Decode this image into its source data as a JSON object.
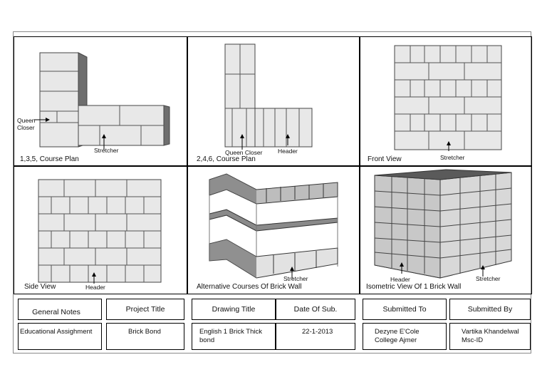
{
  "panels": [
    {
      "title": "1,3,5, Course Plan",
      "notes": {
        "queen_closer": "Queen\nCloser",
        "stretcher": "Stretcher"
      }
    },
    {
      "title": "2,4,6, Course Plan",
      "notes": {
        "queen_closer": "Queen Closer",
        "header": "Header"
      }
    },
    {
      "title": "Front View",
      "notes": {
        "stretcher": "Stretcher"
      }
    },
    {
      "title": "Side View",
      "notes": {
        "header": "Header"
      }
    },
    {
      "title": "Alternative Courses Of Brick Wall",
      "notes": {
        "stretcher": "Stretcher"
      }
    },
    {
      "title": "Isometric View Of 1 Brick Wall",
      "notes": {
        "header": "Header",
        "stretcher": "Stretcher"
      }
    }
  ],
  "title_block": {
    "headers": [
      "General Notes",
      "Project Title",
      "Drawing Title",
      "Date Of Sub.",
      "Submitted To",
      "Submitted By"
    ],
    "values": [
      "Educational Assighment",
      "Brick Bond",
      "English 1 Brick Thick\nbond",
      "22-1-2013",
      "Dezyne E'Cole\nCollege Ajmer",
      "Vartika Khandelwal\nMsc-ID"
    ]
  },
  "colors": {
    "brick_face": "#e8e8e8",
    "brick_top": "#d2d2d2",
    "brick_side": "#6e6e6e",
    "mortar_line": "#555555"
  }
}
